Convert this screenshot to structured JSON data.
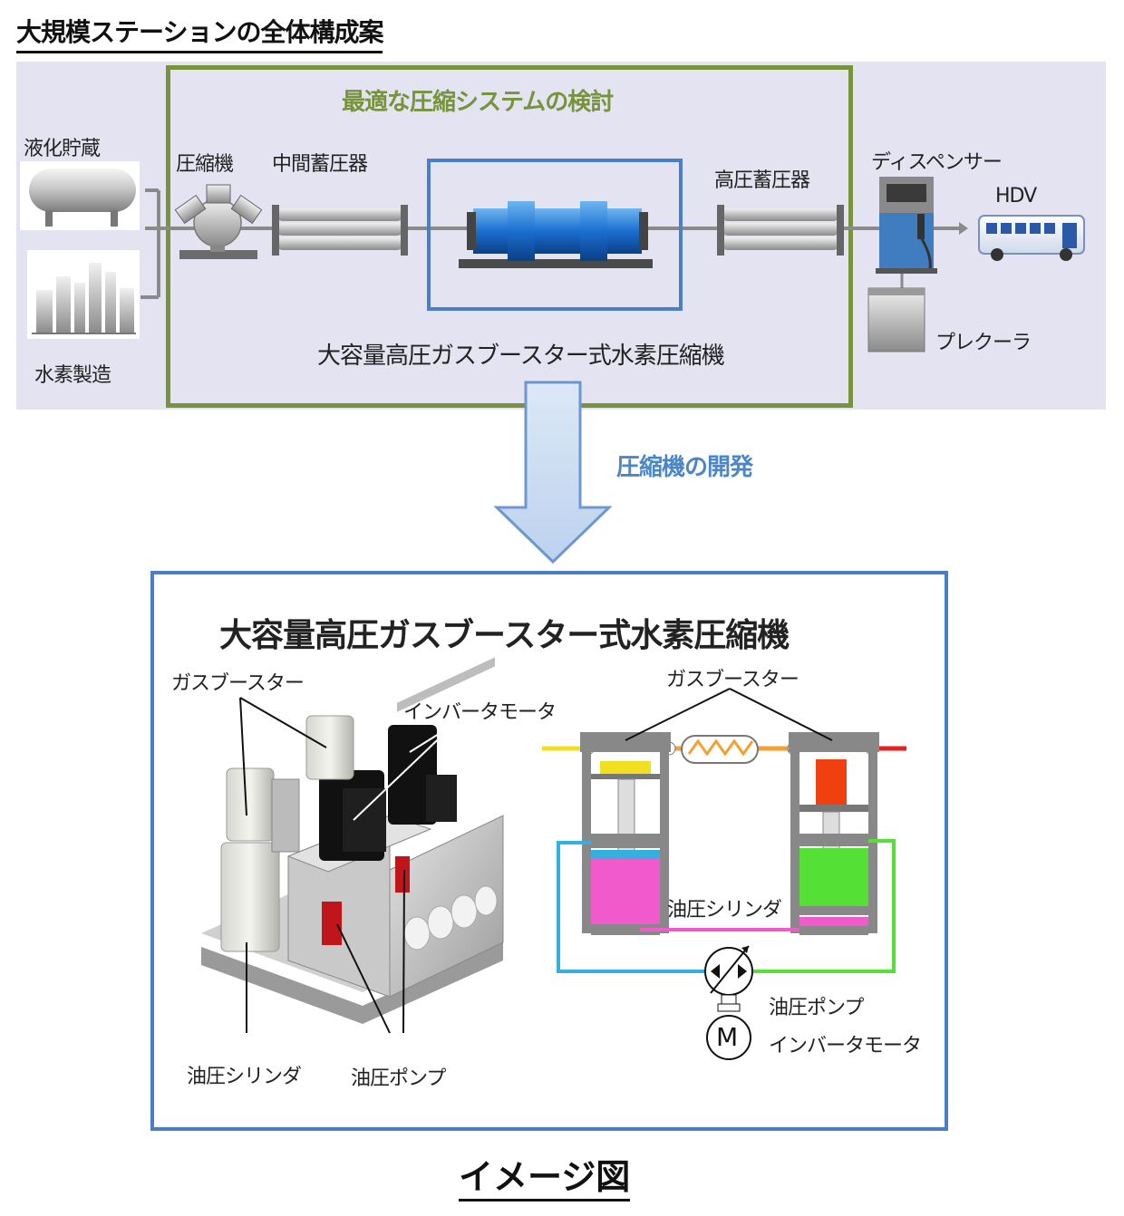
{
  "title": "大規模ステーションの全体構成案",
  "optimal_system_label": "最適な圧縮システムの検討",
  "storage": {
    "liquid": "液化貯蔵",
    "production": "水素製造"
  },
  "components": {
    "compressor": "圧縮機",
    "intermediate_accumulator": "中間蓄圧器",
    "high_pressure_accumulator": "高圧蓄圧器",
    "dispenser": "ディスペンサー",
    "hdv": "HDV",
    "precooler": "プレクーラ"
  },
  "device_name": "大容量高圧ガスブースター式水素圧縮機",
  "development_label": "圧縮機の開発",
  "detail": {
    "title": "大容量高圧ガスブースター式水素圧縮機",
    "left": {
      "gas_booster": "ガスブースター",
      "inverter_motor": "インバータモータ",
      "hydraulic_cylinder": "油圧シリンダ",
      "hydraulic_pump": "油圧ポンプ"
    },
    "right": {
      "gas_booster": "ガスブースター",
      "hydraulic_cylinder": "油圧シリンダ",
      "hydraulic_pump": "油圧ポンプ",
      "inverter_motor": "インバータモータ",
      "motor_symbol": "M"
    }
  },
  "image_caption": "イメージ図",
  "colors": {
    "green": "#77933c",
    "blue": "#4a7fc6",
    "panel": "#e3e3f1",
    "hydraulic_pink": "#f05acb",
    "hydraulic_green": "#55e035",
    "gas_yellow": "#f0e020",
    "gas_orange": "#f5a030",
    "gas_red": "#e82020",
    "oil_cyan": "#33b0e0"
  }
}
